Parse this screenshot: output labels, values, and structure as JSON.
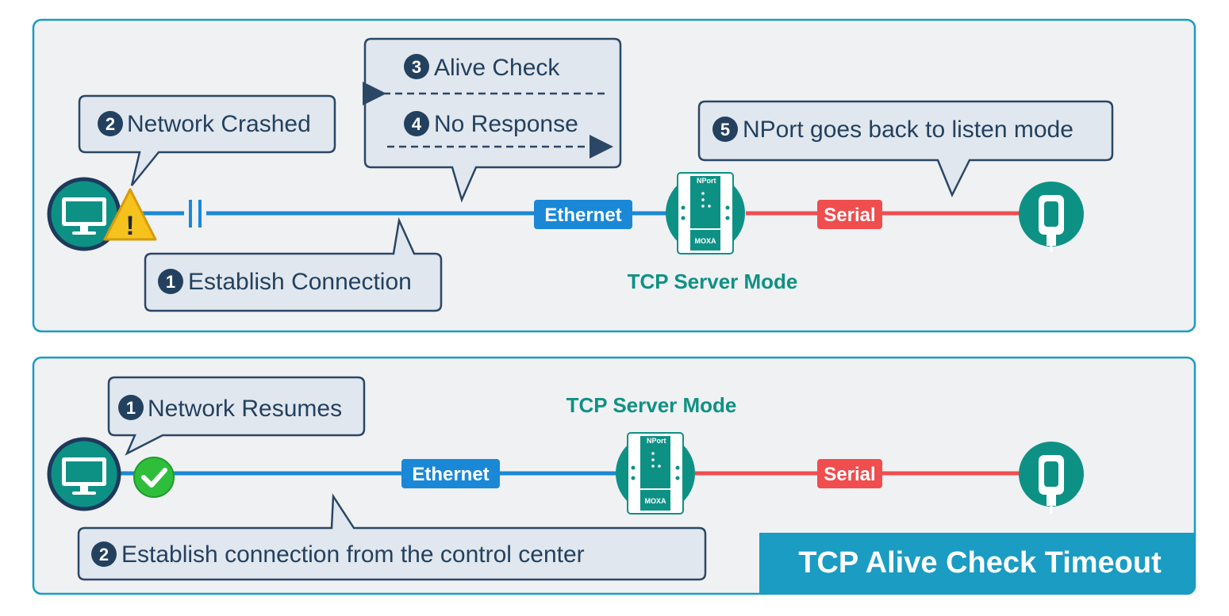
{
  "colors": {
    "ethernet": "#1a88d6",
    "serial": "#f04d4f",
    "teal": "#0e9185",
    "bubble_fill": "#e1e7ee",
    "bubble_stroke": "#2b4766",
    "title_bg": "#1a9cc3"
  },
  "top": {
    "step1": {
      "num": "1",
      "text": "Establish Connection"
    },
    "step2": {
      "num": "2",
      "text": "Network Crashed"
    },
    "step3": {
      "num": "3",
      "text": "Alive Check"
    },
    "step4": {
      "num": "4",
      "text": "No Response"
    },
    "step5": {
      "num": "5",
      "text": "NPort goes back to listen mode"
    },
    "ethernet_label": "Ethernet",
    "serial_label": "Serial",
    "mode_label": "TCP Server Mode",
    "warning_glyph": "!",
    "icons": [
      "computer-icon",
      "warning-icon",
      "nport-device-icon",
      "serial-connector-icon"
    ]
  },
  "bottom": {
    "step1": {
      "num": "1",
      "text": "Network Resumes"
    },
    "step2": {
      "num": "2",
      "text": "Establish connection from the control center"
    },
    "ethernet_label": "Ethernet",
    "serial_label": "Serial",
    "mode_label": "TCP Server Mode",
    "icons": [
      "computer-icon",
      "check-icon",
      "nport-device-icon",
      "serial-connector-icon"
    ]
  },
  "device": {
    "brand_top": "NPort",
    "brand_bottom": "MOXA"
  },
  "title": "TCP Alive Check Timeout"
}
